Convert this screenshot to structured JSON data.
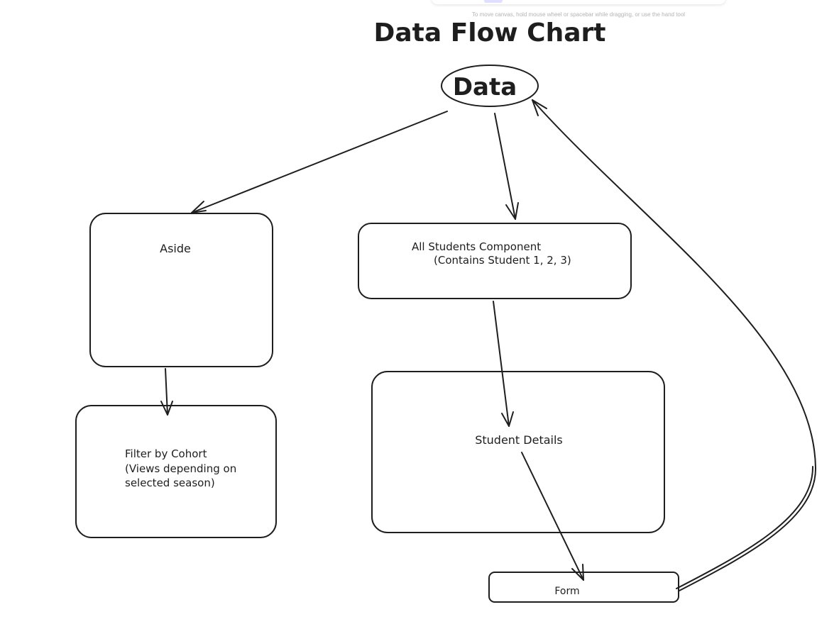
{
  "canvas_hint": "To move canvas, hold mouse wheel or spacebar while dragging, or use the hand tool",
  "diagram": {
    "title": "Data Flow Chart",
    "nodes": {
      "data": {
        "label": "Data"
      },
      "aside": {
        "label": "Aside"
      },
      "all_students": {
        "lines": [
          "All Students Component",
          "(Contains Student 1, 2, 3)"
        ]
      },
      "filter": {
        "lines": [
          "Filter by Cohort",
          "(Views depending on",
          "selected season)"
        ]
      },
      "student_details": {
        "label": "Student Details"
      },
      "form": {
        "label": "Form"
      }
    },
    "edges": [
      {
        "from": "Data",
        "to": "Aside"
      },
      {
        "from": "Data",
        "to": "All Students Component"
      },
      {
        "from": "Aside",
        "to": "Filter by Cohort"
      },
      {
        "from": "All Students Component",
        "to": "Student Details"
      },
      {
        "from": "Student Details",
        "to": "Form"
      },
      {
        "from": "Form",
        "to": "Data"
      }
    ]
  }
}
